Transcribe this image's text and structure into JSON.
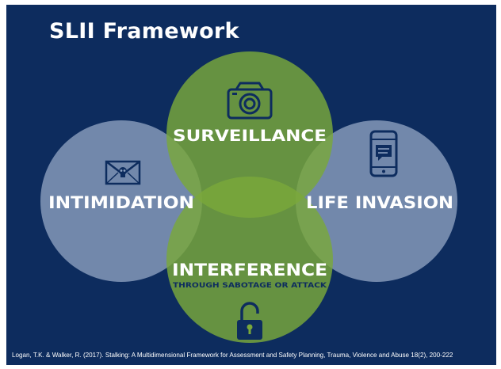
{
  "slide": {
    "title": "SLII Framework",
    "background_color": "#0d2c5e"
  },
  "diagram": {
    "circles": [
      {
        "id": "surveillance",
        "label": "SURVEILLANCE",
        "icon": "camera-icon",
        "color": "#7aa83a"
      },
      {
        "id": "intimidation",
        "label": "INTIMIDATION",
        "icon": "envelope-skull-icon",
        "color": "#8fa3c2"
      },
      {
        "id": "life-invasion",
        "label": "LIFE INVASION",
        "icon": "smartphone-message-icon",
        "color": "#8fa3c2"
      },
      {
        "id": "interference",
        "label": "INTERFERENCE",
        "sublabel": "THROUGH SABOTAGE OR ATTACK",
        "icon": "unlocked-padlock-icon",
        "color": "#7aa83a"
      }
    ]
  },
  "citation": "Logan, T.K. & Walker, R. (2017). Stalking: A Multidimensional Framework for Assessment and Safety Planning, Trauma, Violence and Abuse 18(2), 200-222"
}
